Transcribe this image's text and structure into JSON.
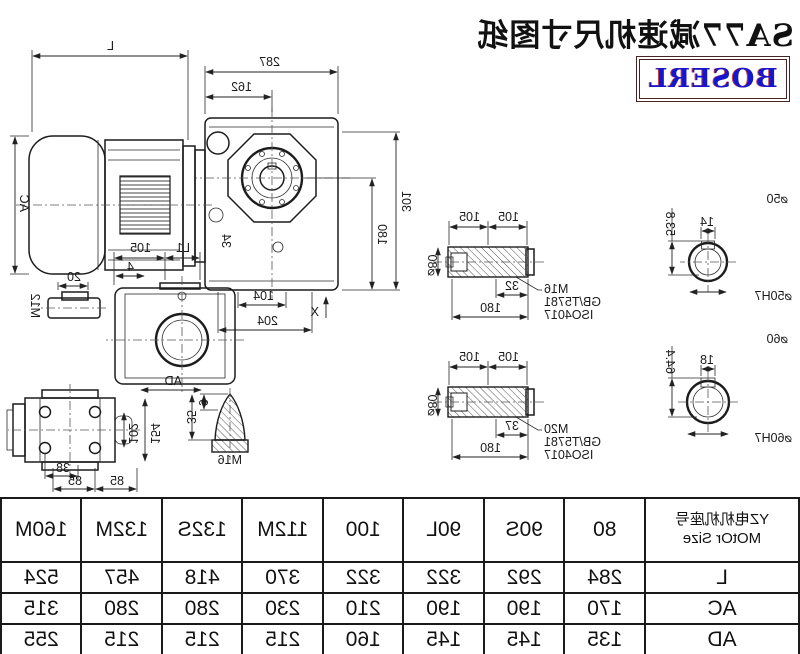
{
  "title": "SA77减速机尺寸图纸",
  "logo": "BOSERL",
  "colors": {
    "logo_text": "#1616cc",
    "logo_border": "#4a2323",
    "line": "#1c1c1c"
  },
  "dims": {
    "L": "L",
    "AC": "AC",
    "w287": "287",
    "w162": "162",
    "h301": "301",
    "h180": "180",
    "b104": "104",
    "b204": "204",
    "x": "X",
    "f34": "34",
    "k20": "20",
    "m12": "M12",
    "t105": "105",
    "l1": "L1",
    "t4": "4",
    "AD": "AD",
    "r102": "102",
    "r154": "154",
    "r38": "38",
    "r85": "85",
    "p9": "9",
    "p35": "35",
    "pm16": "M16",
    "s105": "105",
    "s32": "32",
    "s37": "37",
    "s180": "180",
    "d80": "⌀80",
    "m16": "M16",
    "m20": "M20",
    "gb": "GB/T5781",
    "iso": "ISO4017",
    "q50": "⌀50",
    "k14": "14",
    "dep538": "53.8",
    "q50b": "⌀50H7",
    "q60": "⌀60",
    "k18": "18",
    "dep644": "64.4",
    "q60b": "⌀60H7"
  },
  "table": {
    "header_cn": "YZ电机机座号",
    "header_en": "MOtOr Size",
    "columns": [
      "80",
      "90S",
      "90L",
      "100",
      "112M",
      "132S",
      "132M",
      "160M"
    ],
    "rows": [
      {
        "label": "L",
        "values": [
          "284",
          "292",
          "322",
          "322",
          "370",
          "418",
          "457",
          "524"
        ]
      },
      {
        "label": "AC",
        "values": [
          "170",
          "190",
          "190",
          "210",
          "230",
          "280",
          "280",
          "315"
        ]
      },
      {
        "label": "AD",
        "values": [
          "135",
          "145",
          "145",
          "160",
          "215",
          "215",
          "215",
          "255"
        ]
      }
    ]
  }
}
